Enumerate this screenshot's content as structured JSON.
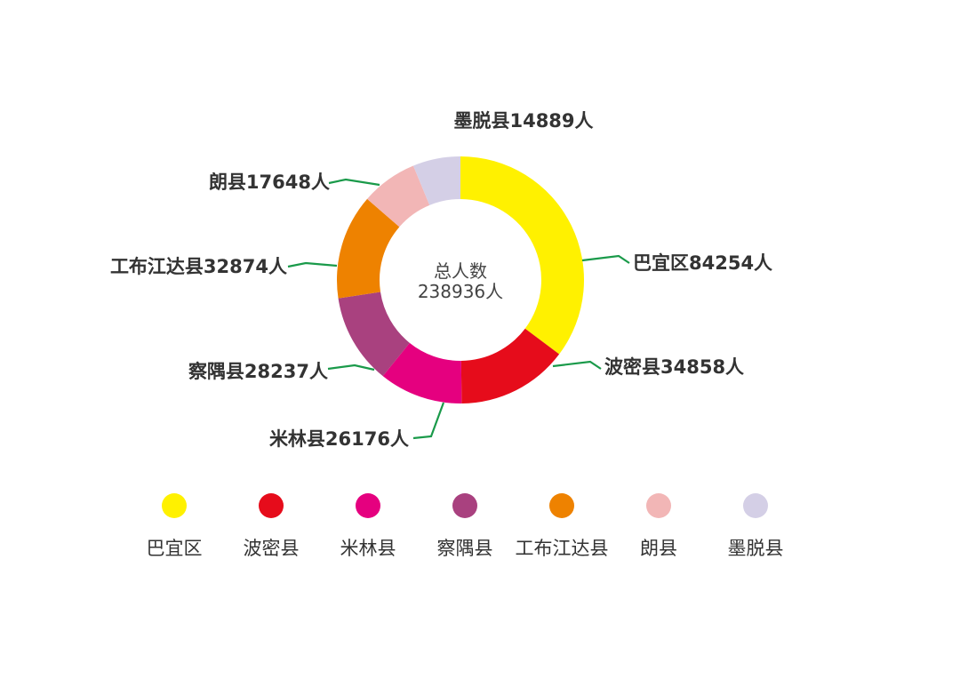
{
  "chart_data": {
    "type": "pie",
    "donut": true,
    "center": {
      "title": "总人数",
      "total": "238936人"
    },
    "slices": [
      {
        "name": "巴宜区",
        "value": 84254,
        "label": "巴宜区84254人",
        "color": "#fff100"
      },
      {
        "name": "波密县",
        "value": 34858,
        "label": "波密县34858人",
        "color": "#e60c1b"
      },
      {
        "name": "米林县",
        "value": 26176,
        "label": "米林县26176人",
        "color": "#e5007f"
      },
      {
        "name": "察隅县",
        "value": 28237,
        "label": "察隅县28237人",
        "color": "#a9417f"
      },
      {
        "name": "工布江达县",
        "value": 32874,
        "label": "工布江达县32874人",
        "color": "#ee8200"
      },
      {
        "name": "朗县",
        "value": 17648,
        "label": "朗县17648人",
        "color": "#f2b6b6"
      },
      {
        "name": "墨脱县",
        "value": 14889,
        "label": "墨脱县14889人",
        "color": "#d4cfe6"
      }
    ],
    "legend": {
      "placement": "bottom",
      "items": [
        "巴宜区",
        "波密县",
        "米林县",
        "察隅县",
        "工布江达县",
        "朗县",
        "墨脱县"
      ]
    }
  }
}
